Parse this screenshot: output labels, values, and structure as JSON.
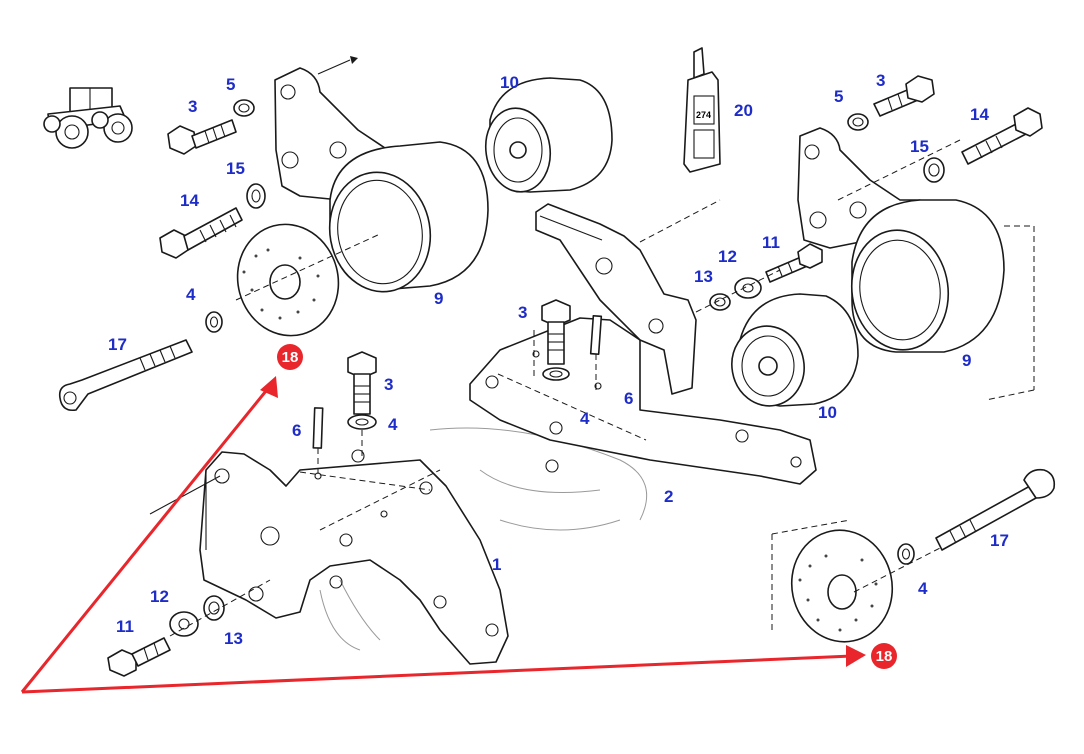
{
  "colors": {
    "label": "#1f2dc8",
    "callout": "#e8262b",
    "line": "#1a1a1a"
  },
  "labels": {
    "l1": "1",
    "l2": "2",
    "l3a": "3",
    "l3b": "3",
    "l3c": "3",
    "l3d": "3",
    "l4a": "4",
    "l4b": "4",
    "l4c": "4",
    "l4d": "4",
    "l5a": "5",
    "l5b": "5",
    "l6a": "6",
    "l6b": "6",
    "l9a": "9",
    "l9b": "9",
    "l10a": "10",
    "l10b": "10",
    "l11a": "11",
    "l11b": "11",
    "l12a": "12",
    "l12b": "12",
    "l13a": "13",
    "l13b": "13",
    "l14a": "14",
    "l14b": "14",
    "l15a": "15",
    "l15b": "15",
    "l17a": "17",
    "l17b": "17",
    "l20": "20"
  },
  "callouts": {
    "c18a": "18",
    "c18b": "18"
  },
  "adhesive_bottle": {
    "label": "274"
  },
  "icons": {
    "tractor": "tractor-icon"
  }
}
